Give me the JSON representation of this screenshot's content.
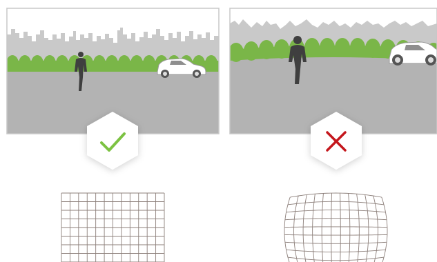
{
  "comparison": {
    "left": {
      "verdict": "correct",
      "verdict_icon": "checkmark-icon",
      "lens": "rectilinear",
      "grid": "straight-grid"
    },
    "right": {
      "verdict": "incorrect",
      "verdict_icon": "cross-icon",
      "lens": "barrel-distorted",
      "grid": "barrel-distorted-grid"
    }
  },
  "colors": {
    "sky": "#ffffff",
    "skyline": "#c9c9c9",
    "road": "#b3b3b3",
    "trees": "#7ab648",
    "tree_dark": "#5f9a38",
    "person": "#3f3f3f",
    "car": "#ffffff",
    "frame": "#c8c8c8",
    "check": "#7cc242",
    "cross": "#c4161c",
    "grid_line": "#8c7f7a",
    "badge": "#ffffff"
  }
}
